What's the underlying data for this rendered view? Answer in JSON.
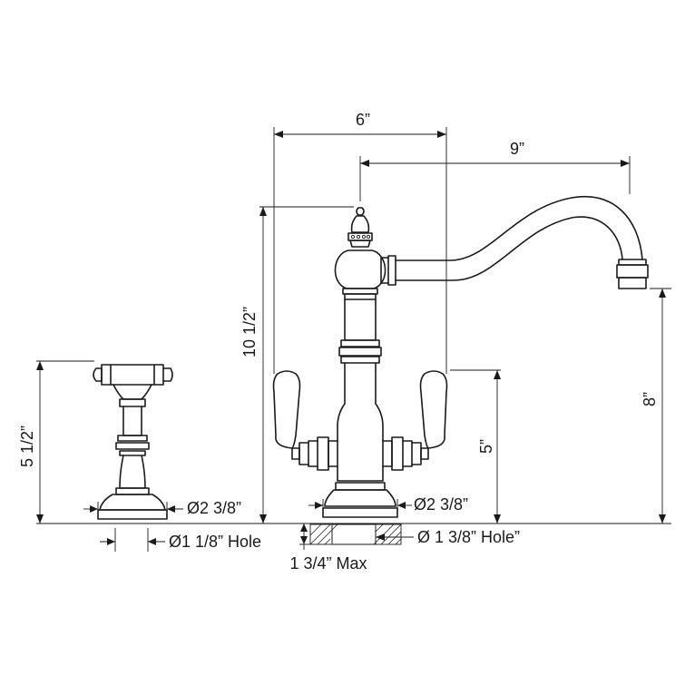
{
  "dimensions": {
    "handle_spread": "6”",
    "spout_reach": "9”",
    "faucet_height": "10 1/2”",
    "spout_height": "8”",
    "handle_height": "5”",
    "sprayer_height": "5 1/2”",
    "faucet_base_diameter": "Ø2 3/8”",
    "faucet_hole": "Ø 1 3/8” Hole”",
    "sprayer_base_diameter": "Ø2 3/8”",
    "sprayer_hole": "Ø1 1/8” Hole",
    "deck_thickness": "1 3/4” Max"
  }
}
